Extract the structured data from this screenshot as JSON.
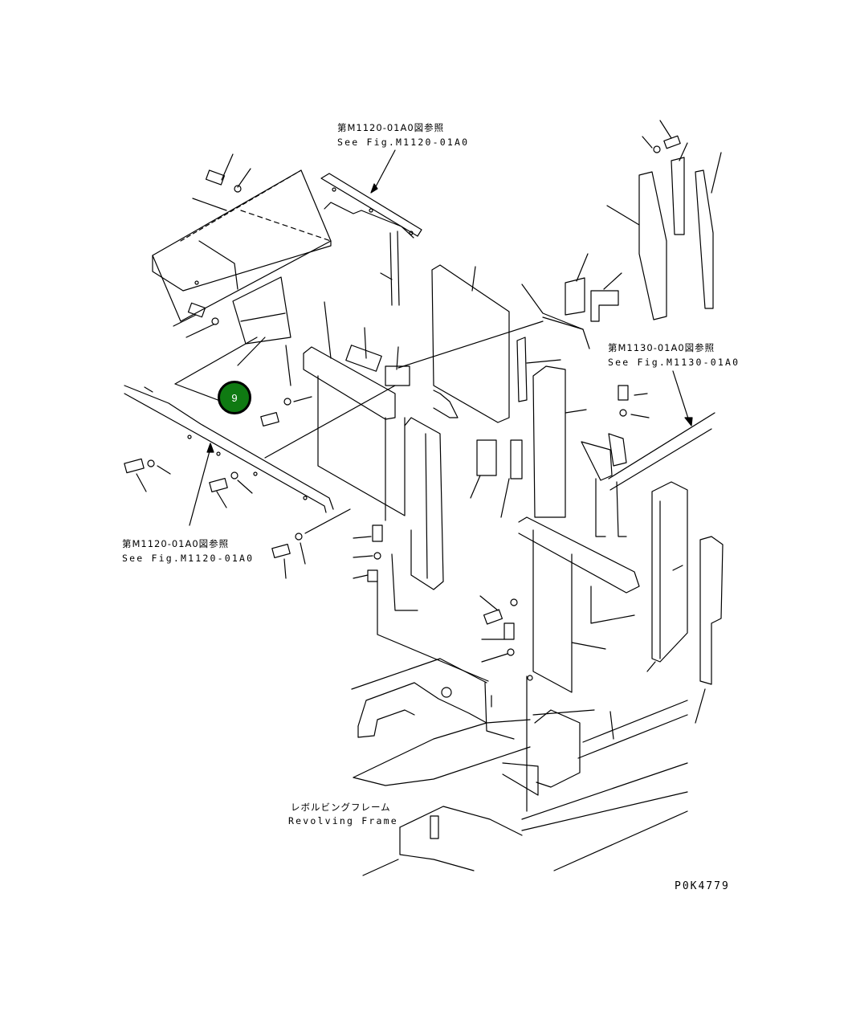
{
  "refs": [
    {
      "jp": "第M1120-01A0図参照",
      "en": "See Fig.M1120-01A0"
    },
    {
      "jp": "第M1130-01A0図参照",
      "en": "See Fig.M1130-01A0"
    },
    {
      "jp": "第M1120-01A0図参照",
      "en": "See Fig.M1120-01A0"
    }
  ],
  "frame": {
    "jp": "レボルビングフレーム",
    "en": "Revolving Frame"
  },
  "callout": {
    "label": "9",
    "color": "#0f7a12"
  },
  "drawing_code": "P0K4779"
}
